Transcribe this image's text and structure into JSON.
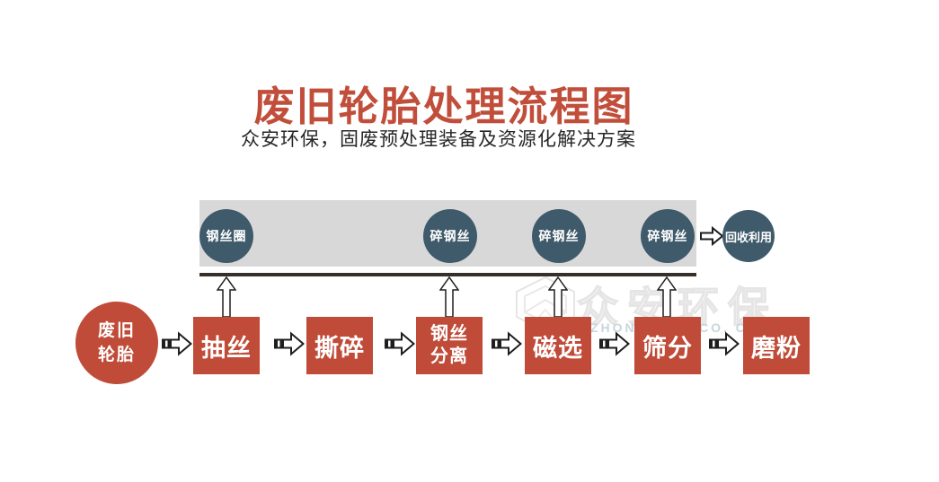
{
  "header": {
    "title": "废旧轮胎处理流程图",
    "subtitle": "众安环保，固废预处理装备及资源化解决方案"
  },
  "outputs": {
    "items": [
      {
        "label": "钢丝圈"
      },
      {
        "label": "碎钢丝"
      },
      {
        "label": "碎钢丝"
      },
      {
        "label": "碎钢丝"
      }
    ],
    "recycle": {
      "label": "回收利用"
    }
  },
  "flow": {
    "source": {
      "line1": "废旧",
      "line2": "轮胎"
    },
    "steps": [
      {
        "label": "抽丝"
      },
      {
        "label": "撕碎"
      },
      {
        "line1": "钢丝",
        "line2": "分离"
      },
      {
        "label": "磁选"
      },
      {
        "label": "筛分"
      },
      {
        "label": "磨粉"
      }
    ]
  },
  "watermark": {
    "brand_text": "众安环保",
    "latin_left": "ZHON",
    "latin_right": "CO. C",
    "logo": "zhongan-hexagon-logo"
  },
  "colors": {
    "accent_red": "#BF4B38",
    "title_red": "#C14E3B",
    "circle_teal": "#3F5A6A",
    "band_gray": "#D8D8D8",
    "line_dark": "#362F2A"
  }
}
